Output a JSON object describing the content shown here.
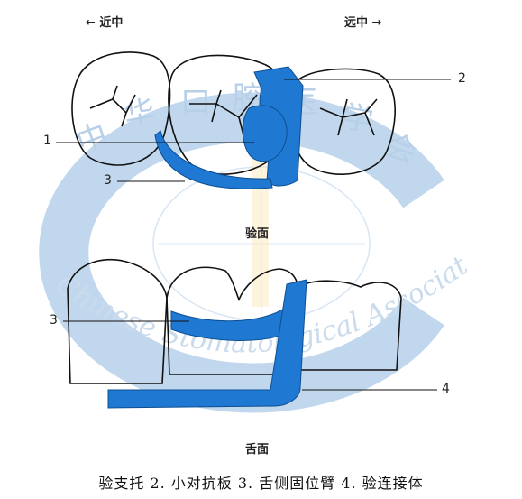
{
  "directions": {
    "mesial": "← 近中",
    "distal": "远中 →"
  },
  "views": {
    "occlusal": "验面",
    "lingual": "舌面"
  },
  "callouts": [
    "1",
    "2",
    "3",
    "3",
    "4"
  ],
  "caption": "验支托  2. 小对抗板  3. 舌侧固位臂  4. 验连接体",
  "watermark": {
    "chars": [
      "中",
      "华",
      "口",
      "腔",
      "医",
      "学",
      "会"
    ],
    "english": "Chinese Stomatological Association"
  },
  "colors": {
    "component": "#1f78d2",
    "watermark": "#a9c8e8",
    "outline": "#111111"
  }
}
